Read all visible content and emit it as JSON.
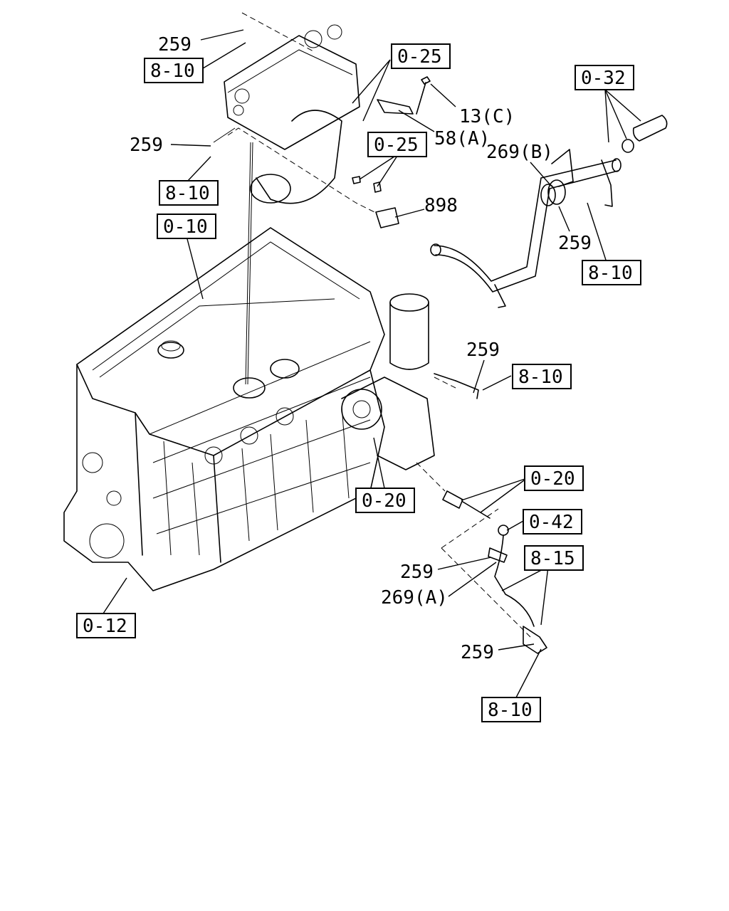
{
  "callouts": {
    "ref_259_topleft": "259",
    "ref_810_topleft": "8-10",
    "ref_025_top": "0-25",
    "ref_13c": "13(C)",
    "ref_58a": "58(A)",
    "ref_025_mid": "0-25",
    "ref_032": "0-32",
    "ref_269b": "269(B)",
    "ref_259_left": "259",
    "ref_810_left": "8-10",
    "ref_898": "898",
    "ref_010": "0-10",
    "ref_259_pipe": "259",
    "ref_810_pipe": "8-10",
    "ref_259_right": "259",
    "ref_810_right": "8-10",
    "ref_020_left": "0-20",
    "ref_020_right": "0-20",
    "ref_042": "0-42",
    "ref_815": "8-15",
    "ref_259_lower": "259",
    "ref_269a": "269(A)",
    "ref_012": "0-12",
    "ref_259_bottom": "259",
    "ref_810_bottom": "8-10"
  }
}
